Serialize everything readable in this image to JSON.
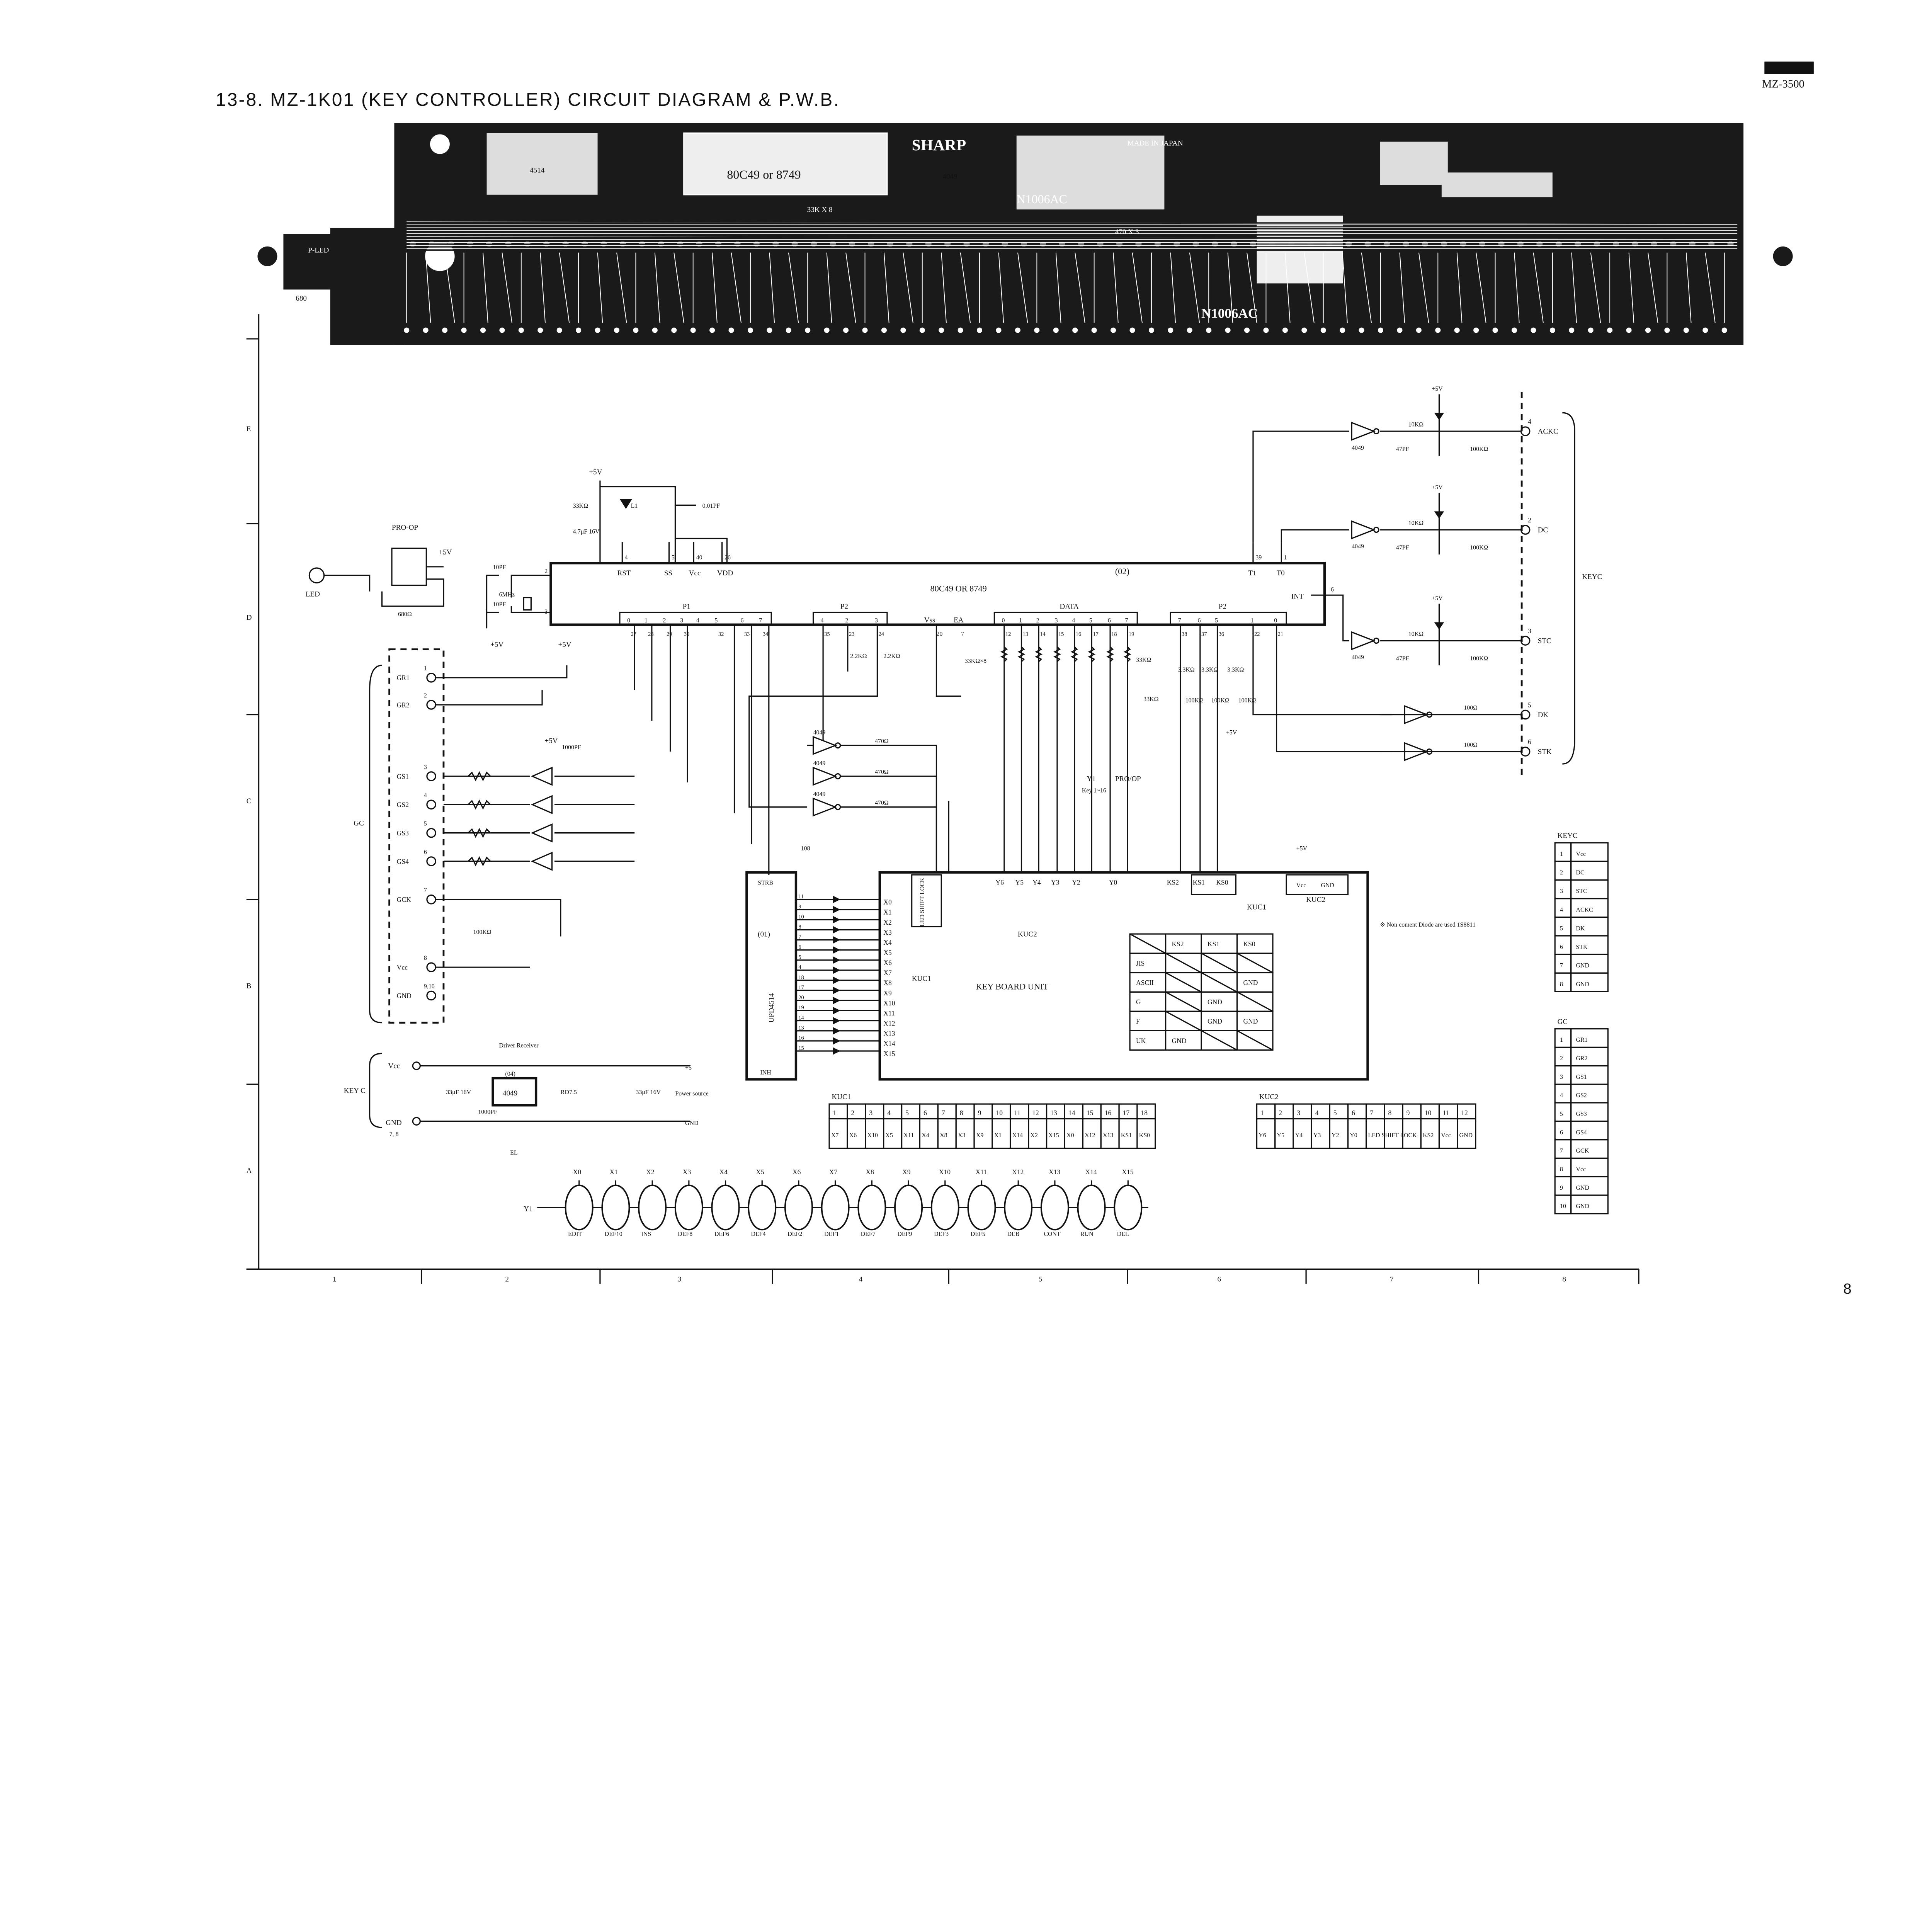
{
  "header": {
    "title": "13-8. MZ-1K01 (KEY CONTROLLER) CIRCUIT DIAGRAM & P.W.B.",
    "model": "MZ-3500",
    "page_number": "8"
  },
  "frame": {
    "rows": [
      "E",
      "D",
      "C",
      "B",
      "A"
    ],
    "columns": [
      "1",
      "2",
      "3",
      "4",
      "5",
      "6",
      "7",
      "8"
    ]
  },
  "pwb": {
    "labels": [
      "SHARP",
      "80C49 or 8749",
      "N1006AC",
      "N1006AC",
      "MADE IN JAPAN",
      "P-LED",
      "680",
      "4049",
      "4514",
      "470 X 3",
      "33K X 8"
    ]
  },
  "mcu": {
    "name": "80C49 OR 8749",
    "ref": "(02)",
    "top_pins": [
      "RST",
      "SS",
      "Vcc",
      "VDD",
      "T1",
      "T0"
    ],
    "top_pin_numbers": [
      "4",
      "5",
      "40",
      "26",
      "39",
      "1"
    ],
    "int_label": "INT",
    "int_pin": "6",
    "groups": [
      {
        "label": "P1",
        "bits": [
          "0",
          "1",
          "2",
          "3",
          "4",
          "5",
          "6",
          "7"
        ],
        "pins": [
          "27",
          "28",
          "29",
          "30",
          "",
          "32",
          "33",
          "34"
        ]
      },
      {
        "label": "P2",
        "bits": [
          "4",
          "2",
          "3"
        ],
        "pins": [
          "35",
          "23",
          "24"
        ]
      },
      {
        "label": "DATA",
        "bits": [
          "0",
          "1",
          "2",
          "3",
          "4",
          "5",
          "6",
          "7"
        ],
        "pins": [
          "12",
          "13",
          "14",
          "15",
          "16",
          "17",
          "18",
          "19"
        ]
      },
      {
        "label": "P2",
        "bits": [
          "7",
          "6",
          "5",
          "1",
          "0"
        ],
        "pins": [
          "38",
          "37",
          "36",
          "22",
          "21"
        ]
      }
    ],
    "vss_label": "Vss",
    "ea_label": "EA",
    "vss_pin": "20",
    "ea_pin": "7",
    "xtal_label": "6MHz",
    "cap_labels": [
      "10PF",
      "10PF"
    ],
    "xtal_pins": [
      "2",
      "3"
    ]
  },
  "components": {
    "power_labels": [
      "+5V",
      "+5V",
      "+5V",
      "+5V",
      "+5V",
      "+5V",
      "+5V"
    ],
    "reset": [
      "33KΩ",
      "L1",
      "4.7μF 16V",
      "0.01PF"
    ],
    "led_label": "LED",
    "pro_op_label": "PRO-OP",
    "r680": "680Ω",
    "pullups": [
      "2.2KΩ",
      "2.2KΩ",
      "33KΩ×8",
      "33KΩ",
      "3.3KΩ",
      "3.3KΩ",
      "3.3KΩ",
      "100KΩ",
      "100KΩ",
      "100KΩ"
    ],
    "y1_label": "Y1",
    "key_range": "Key 1~16",
    "pro_op_out": "PRO/OP",
    "buffers": [
      "4049",
      "4049",
      "4049",
      "4049",
      "4049",
      "4049"
    ],
    "r470": [
      "470Ω",
      "470Ω",
      "470Ω"
    ],
    "r100": [
      "100Ω",
      "100Ω",
      "100Ω",
      "100Ω"
    ],
    "c1000": "1000PF",
    "c108": "108",
    "r100k_gc": "100KΩ",
    "r3k": "33KΩ"
  },
  "decoder": {
    "name": "UPD4514",
    "ref": "(01)",
    "strb": "STRB",
    "inh": "INH",
    "pins_out": [
      "11",
      "9",
      "10",
      "8",
      "7",
      "6",
      "5",
      "4",
      "18",
      "17",
      "20",
      "19",
      "14",
      "13",
      "16",
      "15"
    ]
  },
  "keyc_side": {
    "label": "KEYC",
    "signals": [
      {
        "pin": "4",
        "name": "ACKC",
        "r": "10KΩ",
        "c": "47PF",
        "r2": "100KΩ"
      },
      {
        "pin": "2",
        "name": "DC",
        "r": "10KΩ",
        "c": "47PF",
        "r2": "100KΩ"
      },
      {
        "pin": "3",
        "name": "STC",
        "r": "10KΩ",
        "c": "47PF",
        "r2": "100KΩ"
      },
      {
        "pin": "5",
        "name": "DK",
        "r": "100Ω"
      },
      {
        "pin": "6",
        "name": "STK",
        "r": "100Ω"
      }
    ]
  },
  "gc_side": {
    "label": "GC",
    "pins": [
      {
        "pin": "1",
        "name": "GR1"
      },
      {
        "pin": "2",
        "name": "GR2"
      },
      {
        "pin": "3",
        "name": "GS1"
      },
      {
        "pin": "4",
        "name": "GS2"
      },
      {
        "pin": "5",
        "name": "GS3"
      },
      {
        "pin": "6",
        "name": "GS4"
      },
      {
        "pin": "7",
        "name": "GCK"
      },
      {
        "pin": "8",
        "name": "Vcc"
      },
      {
        "pin": "9,10",
        "name": "GND"
      }
    ]
  },
  "power": {
    "connector_label": "KEY C",
    "vcc": "Vcc",
    "gnd": "GND",
    "gnd_pins": "7, 8",
    "driver": "Driver Receiver",
    "ic": "4049",
    "ic_ref": "(04)",
    "zener": "RD7.5",
    "caps": [
      "33μF 16V",
      "1000PF",
      "33μF 16V"
    ],
    "out_plus": "+5",
    "out_gnd": "GND",
    "power_source": "Power source",
    "el": "EL"
  },
  "keyboard_unit": {
    "title": "KEY BOARD UNIT",
    "kuc1": "KUC1",
    "kuc2": "KUC2",
    "x_inputs": [
      "X0",
      "X1",
      "X2",
      "X3",
      "X4",
      "X5",
      "X6",
      "X7",
      "X8",
      "X9",
      "X10",
      "X11",
      "X12",
      "X13",
      "X14",
      "X15"
    ],
    "y_inputs": [
      "Y6",
      "Y5",
      "Y4",
      "Y3",
      "Y2",
      "Y0"
    ],
    "ks_inputs": [
      "KS2",
      "KS1",
      "KS0"
    ],
    "led_shift_lock": "LED SHIFT LOCK",
    "vcc": "Vcc",
    "gnd": "GND",
    "note": "※ Non coment Diode are used 1S8811"
  },
  "ks_table": {
    "headers": [
      "",
      "KS2",
      "KS1",
      "KS0"
    ],
    "rows": [
      [
        "JIS",
        "",
        "",
        ""
      ],
      [
        "ASCII",
        "",
        "",
        "GND"
      ],
      [
        "G",
        "",
        "GND",
        ""
      ],
      [
        "F",
        "",
        "GND",
        "GND"
      ],
      [
        "UK",
        "GND",
        "",
        ""
      ]
    ]
  },
  "kuc1_table": {
    "label": "KUC1",
    "pins": [
      "1",
      "2",
      "3",
      "4",
      "5",
      "6",
      "7",
      "8",
      "9",
      "10",
      "11",
      "12",
      "13",
      "14",
      "15",
      "16",
      "17",
      "18"
    ],
    "signals": [
      "X7",
      "X6",
      "X10",
      "X5",
      "X11",
      "X4",
      "X8",
      "X3",
      "X9",
      "X1",
      "X14",
      "X2",
      "X15",
      "X0",
      "X12",
      "X13",
      "KS1",
      "KS0"
    ]
  },
  "kuc2_table": {
    "label": "KUC2",
    "pins": [
      "1",
      "2",
      "3",
      "4",
      "5",
      "6",
      "7",
      "8",
      "9",
      "10",
      "11",
      "12"
    ],
    "signals": [
      "Y6",
      "Y5",
      "Y4",
      "Y3",
      "Y2",
      "Y0",
      "LED SHIFT LOCK",
      "",
      "",
      "KS2",
      "Vcc",
      "GND"
    ]
  },
  "keyc_table": {
    "label": "KEYC",
    "rows": [
      [
        "1",
        "Vcc"
      ],
      [
        "2",
        "DC"
      ],
      [
        "3",
        "STC"
      ],
      [
        "4",
        "ACKC"
      ],
      [
        "5",
        "DK"
      ],
      [
        "6",
        "STK"
      ],
      [
        "7",
        "GND"
      ],
      [
        "8",
        "GND"
      ]
    ]
  },
  "gc_table": {
    "label": "GC",
    "rows": [
      [
        "1",
        "GR1"
      ],
      [
        "2",
        "GR2"
      ],
      [
        "3",
        "GS1"
      ],
      [
        "4",
        "GS2"
      ],
      [
        "5",
        "GS3"
      ],
      [
        "6",
        "GS4"
      ],
      [
        "7",
        "GCK"
      ],
      [
        "8",
        "Vcc"
      ],
      [
        "9",
        "GND"
      ],
      [
        "10",
        "GND"
      ]
    ]
  },
  "key_matrix": {
    "row_label": "Y1",
    "columns": [
      "X0",
      "X1",
      "X2",
      "X3",
      "X4",
      "X5",
      "X6",
      "X7",
      "X8",
      "X9",
      "X10",
      "X11",
      "X12",
      "X13",
      "X14",
      "X15"
    ],
    "keys": [
      "EDIT",
      "DEF10",
      "INS",
      "DEF8",
      "DEF6",
      "DEF4",
      "DEF2",
      "DEF1",
      "DEF7",
      "DEF9",
      "DEF3",
      "DEF5",
      "DEB",
      "CONT",
      "RUN",
      "DEL"
    ]
  }
}
